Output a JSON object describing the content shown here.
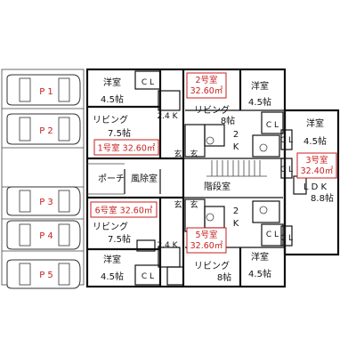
{
  "colors": {
    "wall": "#111111",
    "unit_label": "#c81e1e",
    "background": "#ffffff"
  },
  "parking": [
    {
      "label": "P 1"
    },
    {
      "label": "P 2"
    },
    {
      "label": "P 3"
    },
    {
      "label": "P 4"
    },
    {
      "label": "P 5"
    }
  ],
  "units": {
    "u1": {
      "label": "1号室 32.60㎡"
    },
    "u2": {
      "line1": "2号室",
      "line2": "32.60㎡"
    },
    "u3": {
      "line1": "3号室",
      "line2": "32.40㎡"
    },
    "u5": {
      "line1": "5号室",
      "line2": "32.60㎡"
    },
    "u6": {
      "label": "6号室 32.60㎡"
    }
  },
  "rooms": {
    "western": "洋室",
    "size_45": "4.5帖",
    "living": "リビング",
    "size_75": "7.5帖",
    "size_8": "8帖",
    "size_88": "8.8帖",
    "closet": "C L",
    "kitchen_24": "2.4 K",
    "kitchen_2k_top": "2",
    "kitchen_2k_bottom": "K",
    "entrance": "玄",
    "porch": "ポーチ",
    "windbreak": "風除室",
    "stairs": "階段室",
    "ldk": "L D K"
  }
}
